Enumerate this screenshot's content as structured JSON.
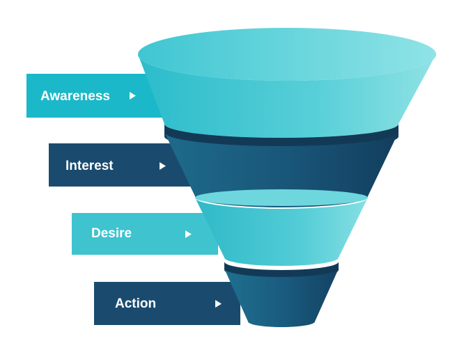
{
  "funnel": {
    "stages": [
      {
        "label": "Awareness",
        "arrow": "play-arrow-icon",
        "color": "#1ab8c9"
      },
      {
        "label": "Interest",
        "arrow": "play-arrow-icon",
        "color": "#1a4b6e"
      },
      {
        "label": "Desire",
        "arrow": "play-arrow-icon",
        "color": "#3ec3cf"
      },
      {
        "label": "Action",
        "arrow": "play-arrow-icon",
        "color": "#1a4b6e"
      }
    ]
  },
  "colors": {
    "teal_light": "#7fdde0",
    "teal": "#1ab8c9",
    "navy": "#1a4b6e",
    "navy_dark": "#123a57"
  }
}
